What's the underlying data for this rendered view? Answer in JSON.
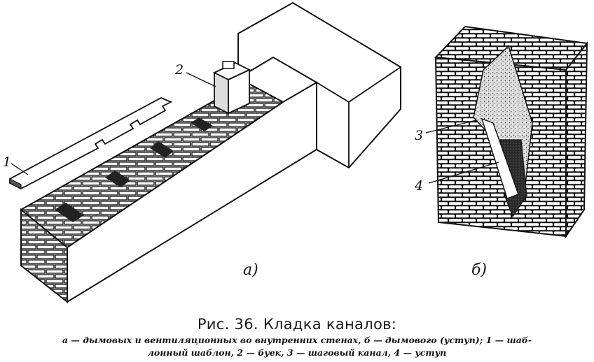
{
  "figure": {
    "callouts": [
      "1",
      "2",
      "3",
      "4"
    ],
    "panels": [
      "а)",
      "б)"
    ]
  },
  "caption": {
    "title": "Рис. 36. Кладка каналов:",
    "line1": "а — дымовых и вентиляционных во внутренних стенах, б — дымового (уступ); 1 — шаб-",
    "line2": "лонный шаблон, 2 — буек, 3 — шаговый канал, 4 — уступ"
  }
}
